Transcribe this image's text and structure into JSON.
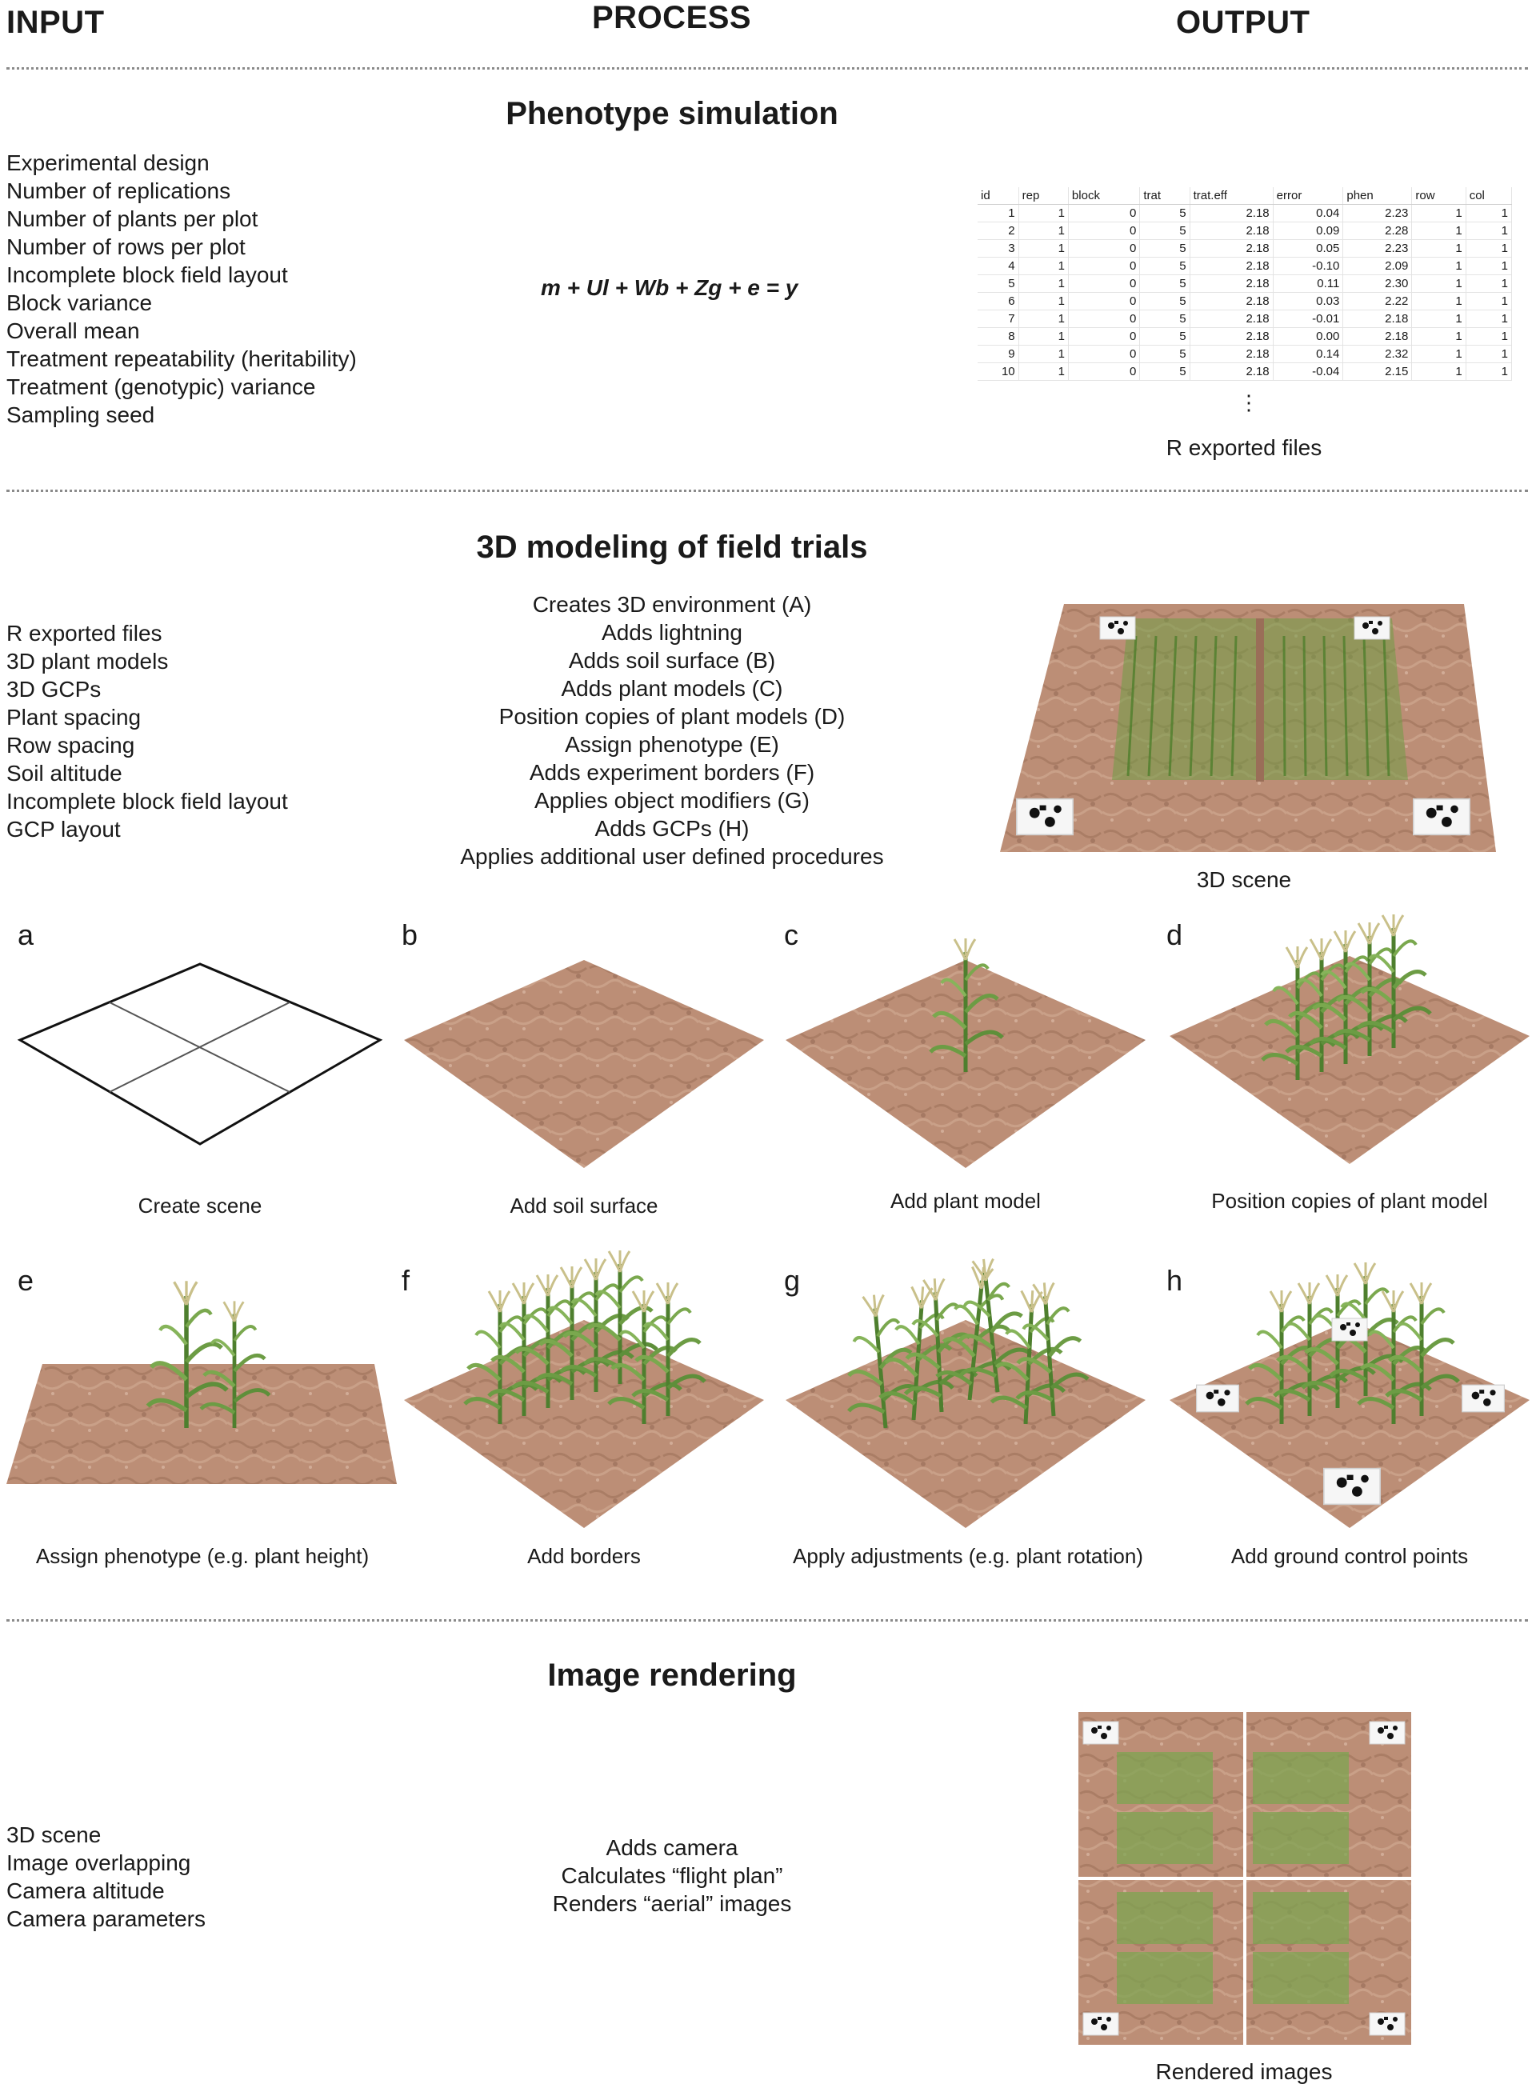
{
  "headers": {
    "input": "INPUT",
    "process": "PROCESS",
    "output": "OUTPUT"
  },
  "phenotype": {
    "title": "Phenotype simulation",
    "inputs": [
      "Experimental design",
      "Number of replications",
      "Number of plants per plot",
      "Number of rows per plot",
      "Incomplete block field layout",
      "Block variance",
      "Overall mean",
      "Treatment repeatability (heritability)",
      "Treatment (genotypic) variance",
      "Sampling seed"
    ],
    "formula": "m + Ul + Wb + Zg + e = y",
    "table": {
      "columns": [
        "id",
        "rep",
        "block",
        "trat",
        "trat.eff",
        "error",
        "phen",
        "row",
        "col"
      ],
      "rows": [
        [
          "1",
          "1",
          "0",
          "5",
          "2.18",
          "0.04",
          "2.23",
          "1",
          "1"
        ],
        [
          "2",
          "1",
          "0",
          "5",
          "2.18",
          "0.09",
          "2.28",
          "1",
          "1"
        ],
        [
          "3",
          "1",
          "0",
          "5",
          "2.18",
          "0.05",
          "2.23",
          "1",
          "1"
        ],
        [
          "4",
          "1",
          "0",
          "5",
          "2.18",
          "-0.10",
          "2.09",
          "1",
          "1"
        ],
        [
          "5",
          "1",
          "0",
          "5",
          "2.18",
          "0.11",
          "2.30",
          "1",
          "1"
        ],
        [
          "6",
          "1",
          "0",
          "5",
          "2.18",
          "0.03",
          "2.22",
          "1",
          "1"
        ],
        [
          "7",
          "1",
          "0",
          "5",
          "2.18",
          "-0.01",
          "2.18",
          "1",
          "1"
        ],
        [
          "8",
          "1",
          "0",
          "5",
          "2.18",
          "0.00",
          "2.18",
          "1",
          "1"
        ],
        [
          "9",
          "1",
          "0",
          "5",
          "2.18",
          "0.14",
          "2.32",
          "1",
          "1"
        ],
        [
          "10",
          "1",
          "0",
          "5",
          "2.18",
          "-0.04",
          "2.15",
          "1",
          "1"
        ]
      ],
      "ellipsis": "⋮"
    },
    "output_caption": "R exported files"
  },
  "modeling": {
    "title": "3D modeling of field trials",
    "inputs": [
      "R exported files",
      "3D plant models",
      "3D GCPs",
      "Plant spacing",
      "Row spacing",
      "Soil altitude",
      "Incomplete block field layout",
      "GCP layout"
    ],
    "steps": [
      "Creates 3D environment (A)",
      "Adds lightning",
      "Adds soil surface (B)",
      "Adds plant models (C)",
      "Position copies of plant models (D)",
      "Assign phenotype (E)",
      "Adds experiment borders (F)",
      "Applies object modifiers (G)",
      "Adds GCPs (H)",
      "Applies additional user defined procedures"
    ],
    "output_caption": "3D scene"
  },
  "panels": [
    {
      "letter": "a",
      "caption": "Create scene"
    },
    {
      "letter": "b",
      "caption": "Add soil surface"
    },
    {
      "letter": "c",
      "caption": "Add plant model"
    },
    {
      "letter": "d",
      "caption": "Position copies of plant model"
    },
    {
      "letter": "e",
      "caption": "Assign phenotype (e.g. plant height)"
    },
    {
      "letter": "f",
      "caption": "Add borders"
    },
    {
      "letter": "g",
      "caption": "Apply adjustments (e.g. plant rotation)"
    },
    {
      "letter": "h",
      "caption": "Add ground control points"
    }
  ],
  "rendering": {
    "title": "Image rendering",
    "inputs": [
      "3D scene",
      "Image overlapping",
      "Camera altitude",
      "Camera parameters"
    ],
    "steps": [
      "Adds camera",
      "Calculates “flight plan”",
      "Renders “aerial” images"
    ],
    "output_caption": "Rendered images"
  },
  "colors": {
    "soil": "#b88a72",
    "soil_dark": "#8f6550",
    "plant": "#5e8f3a",
    "plant_light": "#9bc46a",
    "separator": "#8a8a8a"
  }
}
